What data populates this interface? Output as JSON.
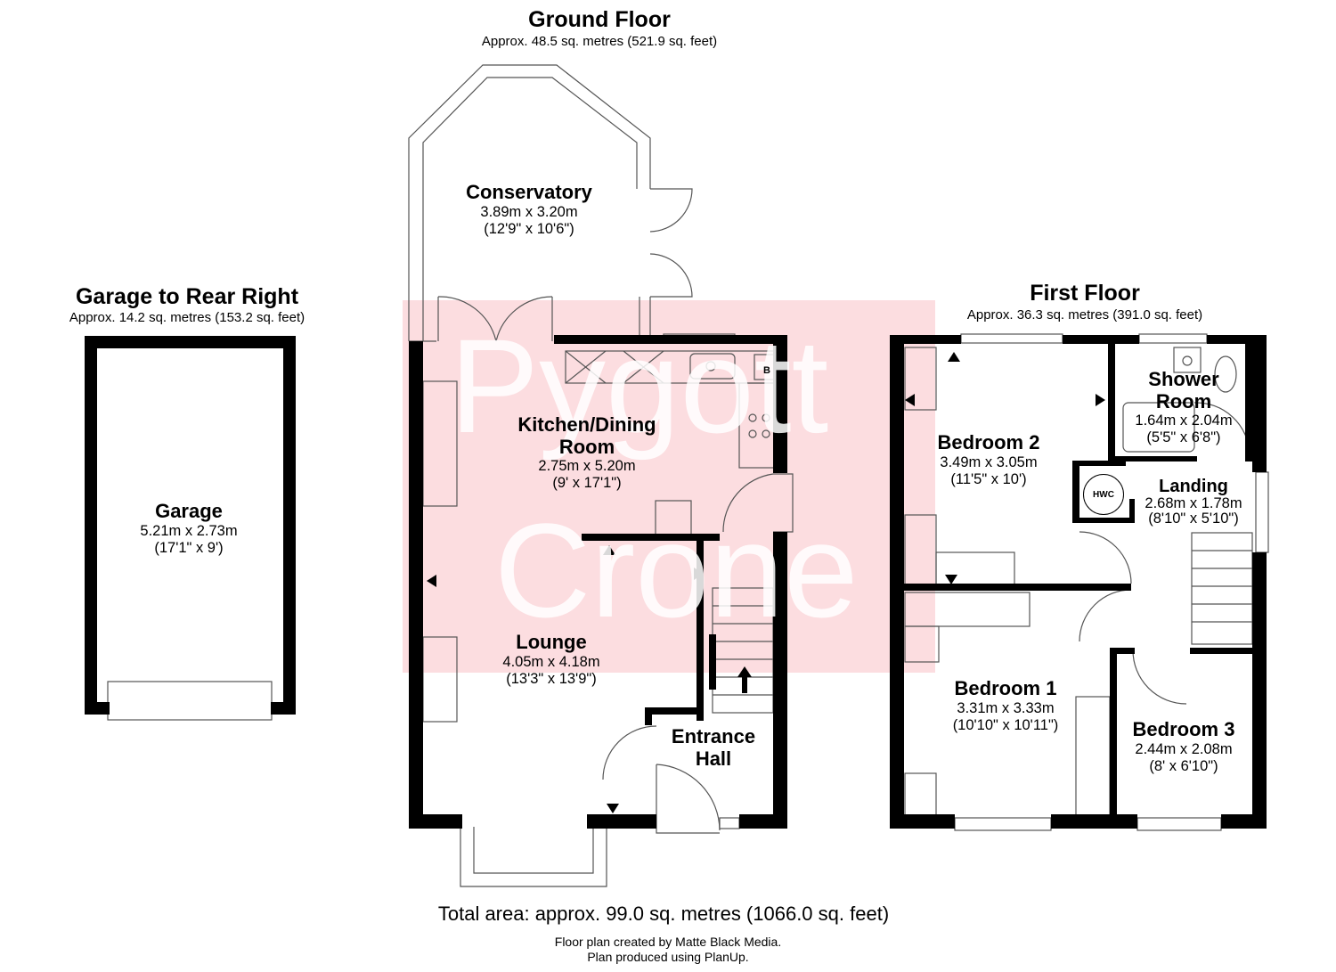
{
  "ground_floor": {
    "title": "Ground Floor",
    "area": "Approx. 48.5 sq. metres (521.9 sq. feet)",
    "rooms": {
      "conservatory": {
        "name": "Conservatory",
        "metric": "3.89m x 3.20m",
        "imperial": "(12'9\" x 10'6\")"
      },
      "kitchen": {
        "name_line1": "Kitchen/Dining",
        "name_line2": "Room",
        "metric": "2.75m x 5.20m",
        "imperial": "(9' x 17'1\")"
      },
      "lounge": {
        "name": "Lounge",
        "metric": "4.05m x 4.18m",
        "imperial": "(13'3\" x 13'9\")"
      },
      "entrance_hall": {
        "name_line1": "Entrance",
        "name_line2": "Hall"
      }
    },
    "boiler_label": "B"
  },
  "garage": {
    "title": "Garage to Rear Right",
    "area": "Approx. 14.2 sq. metres (153.2 sq. feet)",
    "room": {
      "name": "Garage",
      "metric": "5.21m x 2.73m",
      "imperial": "(17'1\" x 9')"
    }
  },
  "first_floor": {
    "title": "First Floor",
    "area": "Approx. 36.3 sq. metres (391.0 sq. feet)",
    "rooms": {
      "bedroom2": {
        "name": "Bedroom 2",
        "metric": "3.49m x 3.05m",
        "imperial": "(11'5\" x 10')"
      },
      "shower": {
        "name_line1": "Shower",
        "name_line2": "Room",
        "metric": "1.64m x 2.04m",
        "imperial": "(5'5\" x 6'8\")"
      },
      "landing": {
        "name": "Landing",
        "metric": "2.68m x 1.78m",
        "imperial": "(8'10\" x 5'10\")"
      },
      "bedroom1": {
        "name": "Bedroom 1",
        "metric": "3.31m x 3.33m",
        "imperial": "(10'10\" x 10'11\")"
      },
      "bedroom3": {
        "name": "Bedroom 3",
        "metric": "2.44m x 2.08m",
        "imperial": "(8' x 6'10\")"
      }
    },
    "hwc_label": "HWC"
  },
  "total_area": "Total area: approx. 99.0 sq. metres (1066.0 sq. feet)",
  "credits": {
    "line1": "Floor plan created by Matte Black Media.",
    "line2": "Plan produced using PlanUp."
  },
  "watermark": {
    "line1": "Pygott",
    "line2": "Crone"
  },
  "colors": {
    "wall": "#000000",
    "watermark_tint": "#f5a0aa",
    "fixture": "#555555"
  }
}
